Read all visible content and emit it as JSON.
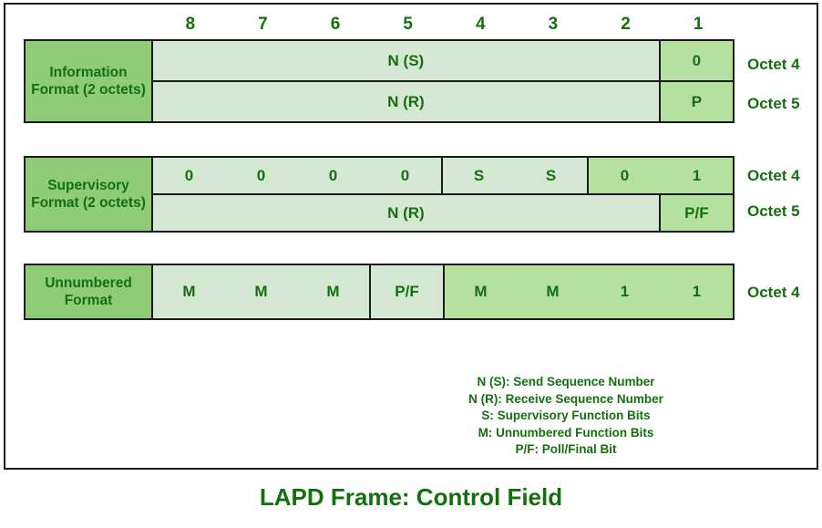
{
  "bit_header": {
    "numbers": [
      "8",
      "7",
      "6",
      "5",
      "4",
      "3",
      "2",
      "1"
    ]
  },
  "blocks": [
    {
      "id": "information",
      "label": "Information Format (2 octets)",
      "rows": [
        {
          "octet": "Octet 4",
          "cells": [
            {
              "text": "N (S)",
              "bits": 7,
              "shade": "light"
            },
            {
              "text": "0",
              "bits": 1,
              "shade": "dark"
            }
          ]
        },
        {
          "octet": "Octet 5",
          "cells": [
            {
              "text": "N (R)",
              "bits": 7,
              "shade": "light"
            },
            {
              "text": "P",
              "bits": 1,
              "shade": "dark"
            }
          ]
        }
      ]
    },
    {
      "id": "supervisory",
      "label": "Supervisory Format (2 octets)",
      "rows": [
        {
          "octet": "Octet 4",
          "cells": [
            {
              "text": "0 0 0 0",
              "bits": 4,
              "shade": "light"
            },
            {
              "text": "S S",
              "bits": 2,
              "shade": "light"
            },
            {
              "text": "0 1",
              "bits": 2,
              "shade": "dark"
            }
          ]
        },
        {
          "octet": "Octet 5",
          "cells": [
            {
              "text": "N (R)",
              "bits": 7,
              "shade": "light"
            },
            {
              "text": "P/F",
              "bits": 1,
              "shade": "dark"
            }
          ]
        }
      ]
    },
    {
      "id": "unnumbered",
      "label": "Unnumbered Format",
      "rows": [
        {
          "octet": "Octet 4",
          "cells": [
            {
              "text": "M M M",
              "bits": 3,
              "shade": "light"
            },
            {
              "text": "P/F",
              "bits": 1,
              "shade": "light"
            },
            {
              "text": "M M 1 1",
              "bits": 4,
              "shade": "dark"
            }
          ]
        }
      ]
    }
  ],
  "labels": {
    "information_format": "Information Format (2 octets)",
    "supervisory_format": "Supervisory Format (2 octets)",
    "unnumbered_format": "Unnumbered Format"
  },
  "cells": {
    "info_octet4_ns": "N (S)",
    "info_octet4_bit1": "0",
    "info_octet5_nr": "N (R)",
    "info_octet5_bit1": "P",
    "sup_octet4_b8": "0",
    "sup_octet4_b7": "0",
    "sup_octet4_b6": "0",
    "sup_octet4_b5": "0",
    "sup_octet4_b4": "S",
    "sup_octet4_b3": "S",
    "sup_octet4_b2": "0",
    "sup_octet4_b1": "1",
    "sup_octet5_nr": "N (R)",
    "sup_octet5_pf": "P/F",
    "unn_b8": "M",
    "unn_b7": "M",
    "unn_b6": "M",
    "unn_b5": "P/F",
    "unn_b4": "M",
    "unn_b3": "M",
    "unn_b2": "1",
    "unn_b1": "1"
  },
  "octets": {
    "info_4": "Octet 4",
    "info_5": "Octet 5",
    "sup_4": "Octet 4",
    "sup_5": "Octet 5",
    "unn_4": "Octet 4"
  },
  "legend": {
    "lines": [
      "N (S): Send Sequence Number",
      "N (R): Receive Sequence Number",
      "S: Supervisory Function Bits",
      "M: Unnumbered Function Bits",
      "P/F: Poll/Final Bit"
    ],
    "line0": "N (S): Send Sequence Number",
    "line1": "N (R): Receive Sequence Number",
    "line2": "S: Supervisory Function Bits",
    "line3": "M: Unnumbered Function Bits",
    "line4": "P/F: Poll/Final Bit"
  },
  "caption": "LAPD Frame: Control Field",
  "colors": {
    "text_green": "#14700f",
    "label_green": "#8FCC77",
    "cell_light": "#D5E8D4",
    "cell_dark": "#B5E0A0",
    "border": "#1a1a1a"
  }
}
